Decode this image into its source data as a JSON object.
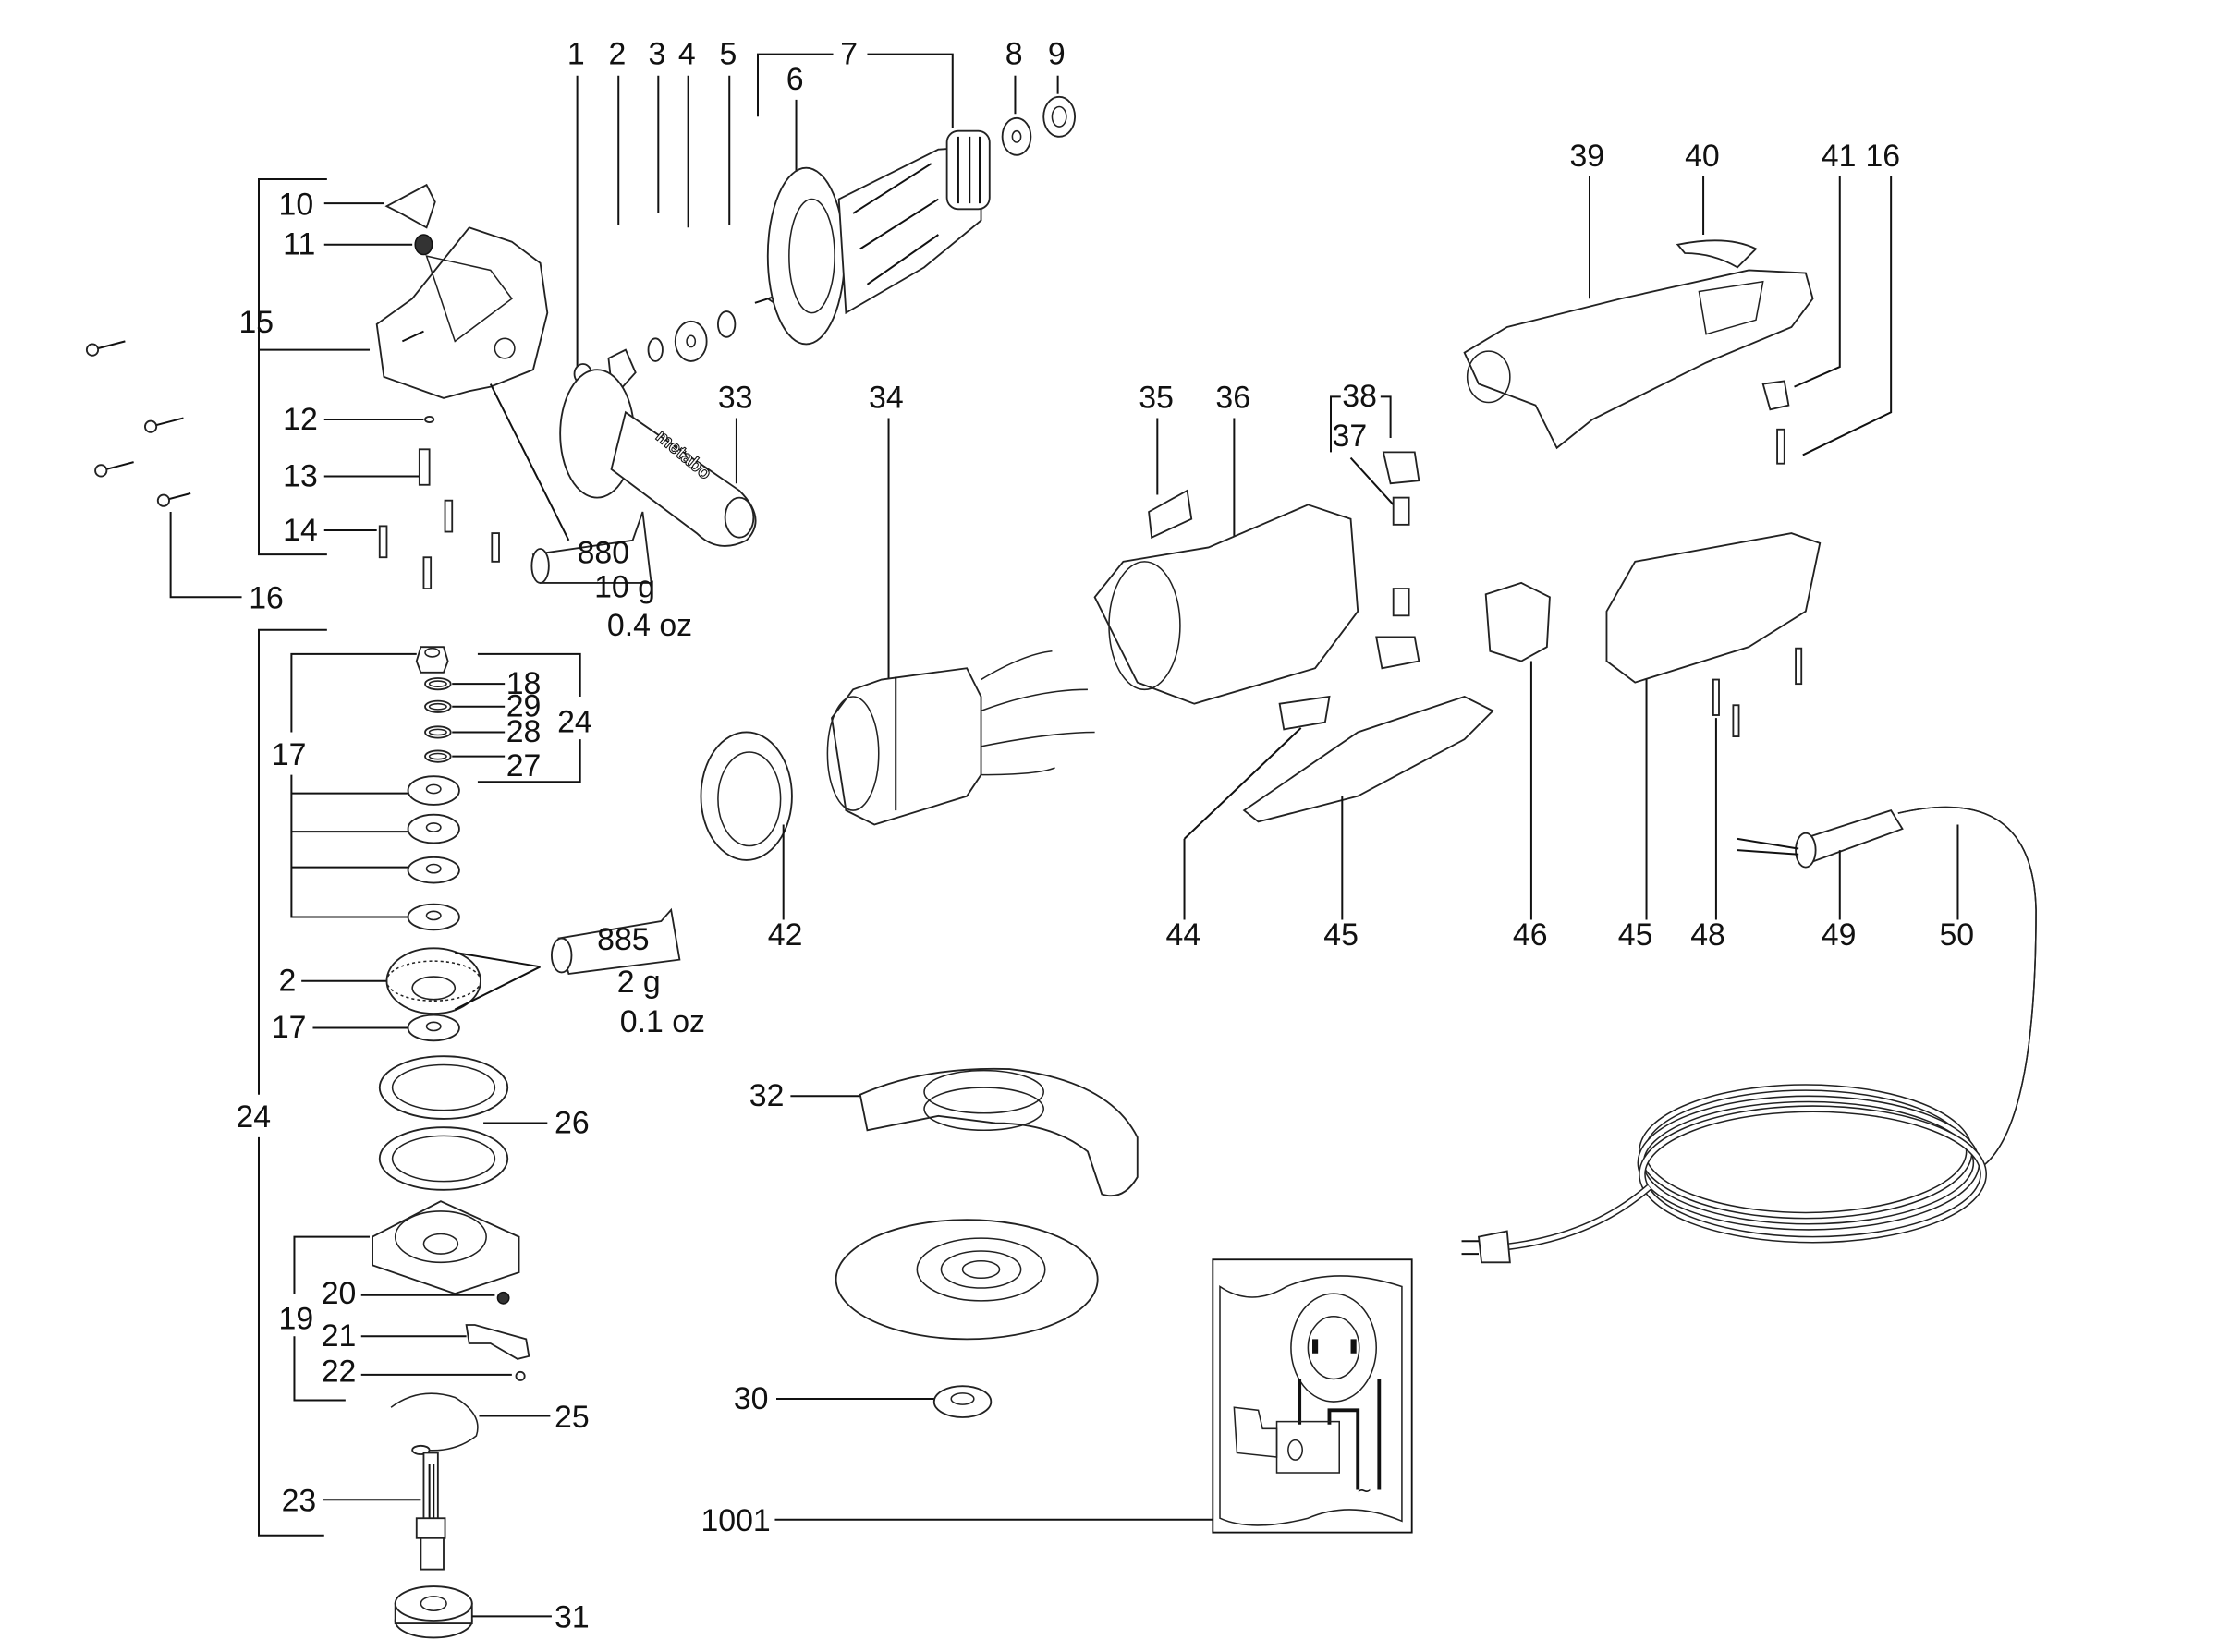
{
  "diagram": {
    "type": "exploded parts diagram",
    "subject": "angle grinder",
    "callouts": {
      "c1": "1",
      "c2": "2",
      "c3": "3",
      "c4": "4",
      "c5": "5",
      "c6": "6",
      "c7": "7",
      "c8": "8",
      "c9": "9",
      "c10": "10",
      "c11": "11",
      "c12": "12",
      "c13": "13",
      "c14": "14",
      "c15": "15",
      "c16a": "16",
      "c16b": "16",
      "c17a": "17",
      "c17b": "17",
      "c18": "18",
      "c29": "29",
      "c28": "28",
      "c27": "27",
      "c24a": "24",
      "c24b": "24",
      "c2b": "2",
      "c26": "26",
      "c19": "19",
      "c20": "20",
      "c21": "21",
      "c22": "22",
      "c25": "25",
      "c23": "23",
      "c31": "31",
      "c33": "33",
      "c34": "34",
      "c35": "35",
      "c36": "36",
      "c37": "37",
      "c38": "38",
      "c39": "39",
      "c40": "40",
      "c41": "41",
      "c42": "42",
      "c44": "44",
      "c45a": "45",
      "c46": "46",
      "c45b": "45",
      "c48": "48",
      "c49": "49",
      "c50": "50",
      "c32": "32",
      "c30": "30",
      "c1001": "1001"
    },
    "grease_tubes": [
      {
        "code": "880",
        "weight": "10 g",
        "weight_imperial": "0.4 oz"
      },
      {
        "code": "885",
        "weight": "2 g",
        "weight_imperial": "0.1 oz"
      }
    ],
    "handle_brand": "metabo",
    "wiring_symbol": "~"
  }
}
